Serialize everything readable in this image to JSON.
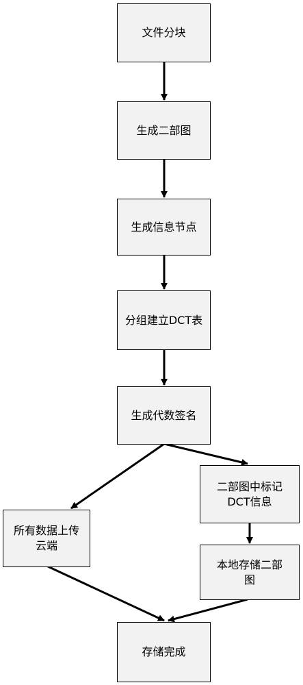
{
  "nodes": {
    "split": "文件分块",
    "bipartite": "生成二部图",
    "info_nodes": "生成信息节点",
    "dct_table": "分组建立DCT表",
    "signature": "生成代数签名",
    "upload": "所有数据上传\n云端",
    "mark_dct": "二部图中标记\nDCT信息",
    "local_store": "本地存储二部\n图",
    "done": "存储完成"
  },
  "colors": {
    "node_fill": "#f2f2f2",
    "stroke": "#000000"
  }
}
